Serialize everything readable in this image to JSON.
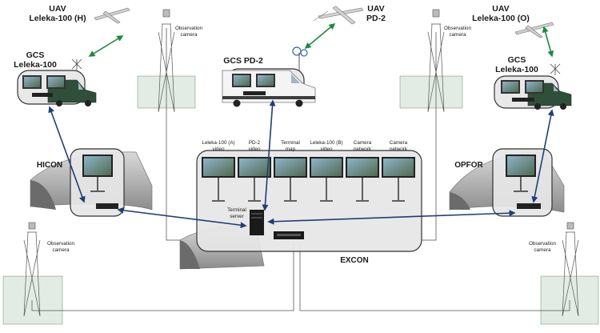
{
  "uav": [
    {
      "name": "UAV",
      "model": "Leleka-100 (H)"
    },
    {
      "name": "UAV",
      "model": "PD-2"
    },
    {
      "name": "UAV",
      "model": "Leleka-100 (O)"
    }
  ],
  "gcs": [
    {
      "line1": "GCS",
      "line2": "Leleka-100"
    },
    {
      "line1": "GCS PD-2",
      "line2": ""
    },
    {
      "line1": "GCS",
      "line2": "Leleka-100"
    }
  ],
  "cameras": [
    {
      "line1": "Observation",
      "line2": "camera"
    },
    {
      "line1": "Observation",
      "line2": "camera"
    },
    {
      "line1": "Observation",
      "line2": "camera"
    },
    {
      "line1": "Observation",
      "line2": "camera"
    }
  ],
  "sites": {
    "hicon": "HICON",
    "opfor": "OPFOR",
    "excon": "EXCON"
  },
  "excon_displays": [
    {
      "line1": "Leleka-100 (A)",
      "line2": "video"
    },
    {
      "line1": "PD-2",
      "line2": "video"
    },
    {
      "line1": "Terminal",
      "line2": "map"
    },
    {
      "line1": "Leleka-100 (B)",
      "line2": "video"
    },
    {
      "line1": "Camera",
      "line2": "network"
    },
    {
      "line1": "Camera",
      "line2": "network"
    }
  ],
  "server": {
    "line1": "Terminal",
    "line2": "server"
  },
  "colors": {
    "radio_link": "#1e8a3e",
    "network_link": "#1d3f73",
    "cable": "#7a7a7a",
    "panel_fill": "#e6e6e6",
    "panel_stroke": "#333333"
  }
}
